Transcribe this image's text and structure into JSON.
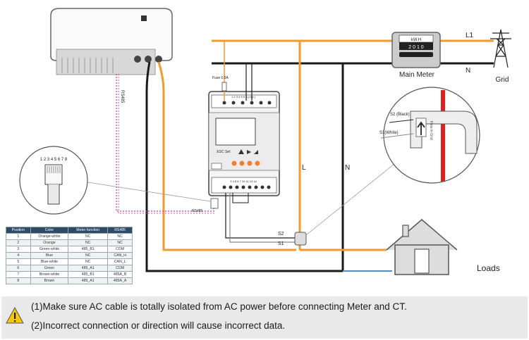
{
  "labels": {
    "l1": "L1",
    "n": "N",
    "grid": "Grid",
    "main_meter": "Main Meter",
    "meter_unit": "kW.H",
    "meter_digits": "2 0 1 0",
    "loads": "Loads",
    "rs485_cable": "RS485",
    "rs485_tag": "RS485",
    "fuse": "Fuse\n0.5A",
    "l_wire": "L",
    "n_wire": "N",
    "s2": "S2",
    "s1": "S1",
    "ct_s2": "S2 (Black)",
    "ct_s1": "S1(White)",
    "ct_arrow": "Flow in Grid",
    "rj45_pins": "1 2 3 4 5 6 7 8",
    "meter_top_terminals": "1 2 3 4 5 6 (L) N(L)",
    "meter_bottom_terminals": "3 4 5 6 7 10 11 13 14",
    "meter_set_label": "ESC Set"
  },
  "table": {
    "headers": [
      "Position",
      "Color",
      "Meter function",
      "RS485"
    ],
    "rows": [
      [
        "1",
        "Orange-white",
        "NC",
        "NC"
      ],
      [
        "2",
        "Orange",
        "NC",
        "NC"
      ],
      [
        "3",
        "Green-white",
        "485_B1",
        "COM"
      ],
      [
        "4",
        "Blue",
        "NC",
        "CAN_H"
      ],
      [
        "5",
        "Blue-white",
        "NC",
        "CAN_L"
      ],
      [
        "6",
        "Green",
        "485_A1",
        "COM"
      ],
      [
        "7",
        "Brown-white",
        "485_B1",
        "485A_B"
      ],
      [
        "8",
        "Brown",
        "485_A1",
        "485A_A"
      ]
    ]
  },
  "notes": {
    "line1": "(1)Make sure AC cable is totally isolated from AC power before connecting Meter and CT.",
    "line2": "(2)Incorrect connection or direction will cause incorrect data."
  },
  "colors": {
    "live": "#f39a2e",
    "neutral": "#1a1a1a",
    "rs485": "#c060b0",
    "earth": "#5588cc",
    "ct_red": "#e02020",
    "warning": "#f5c800"
  }
}
